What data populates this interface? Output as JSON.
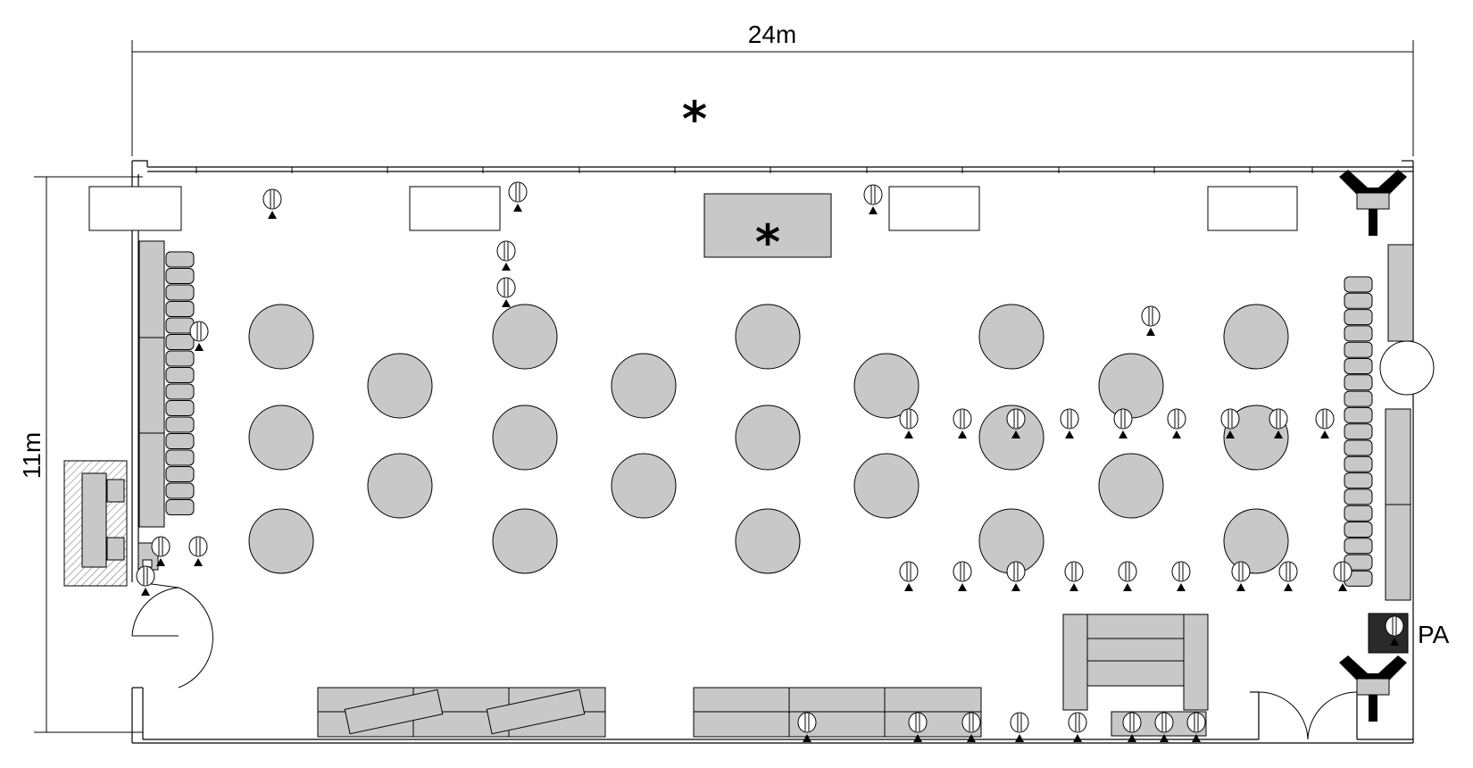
{
  "dimensions": {
    "width_label": "24m",
    "height_label": "11m"
  },
  "labels": {
    "pa": "PA",
    "marker_top": "*",
    "marker_stage": "*"
  },
  "colors": {
    "fill": "#c8c8c8",
    "line": "#000000",
    "background": "#ffffff",
    "pa_box": "#2a2a2a"
  },
  "legend_icons": [
    "round-table-icon",
    "spotlight-icon",
    "sofa-icon",
    "speaker-icon",
    "door-icon",
    "column-icon"
  ]
}
